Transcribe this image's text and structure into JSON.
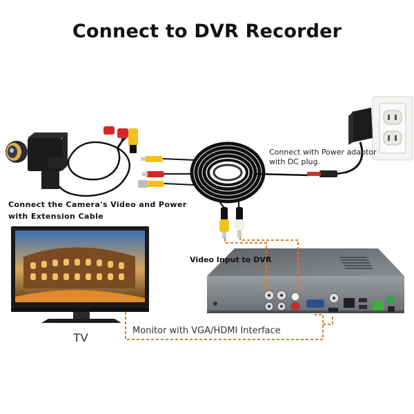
{
  "title": "Connect to DVR Recorder",
  "labels": {
    "camera_line1": "Connect the Camera's Video and Power",
    "camera_line2": "with Extension Cable",
    "power_line1": "Connect with Power adaptor",
    "power_line2": "with DC plug.",
    "video_input": "Video Input to DVR",
    "monitor": "Monitor with VGA/HDMI Interface",
    "tv": "TV"
  },
  "colors": {
    "cable": "#111111",
    "dashed_connector": "#e07b20",
    "dvr_body": "#6e7176",
    "rca_yellow": "#f2c21a",
    "rca_red": "#d62828",
    "rca_white": "#eeeeee"
  }
}
